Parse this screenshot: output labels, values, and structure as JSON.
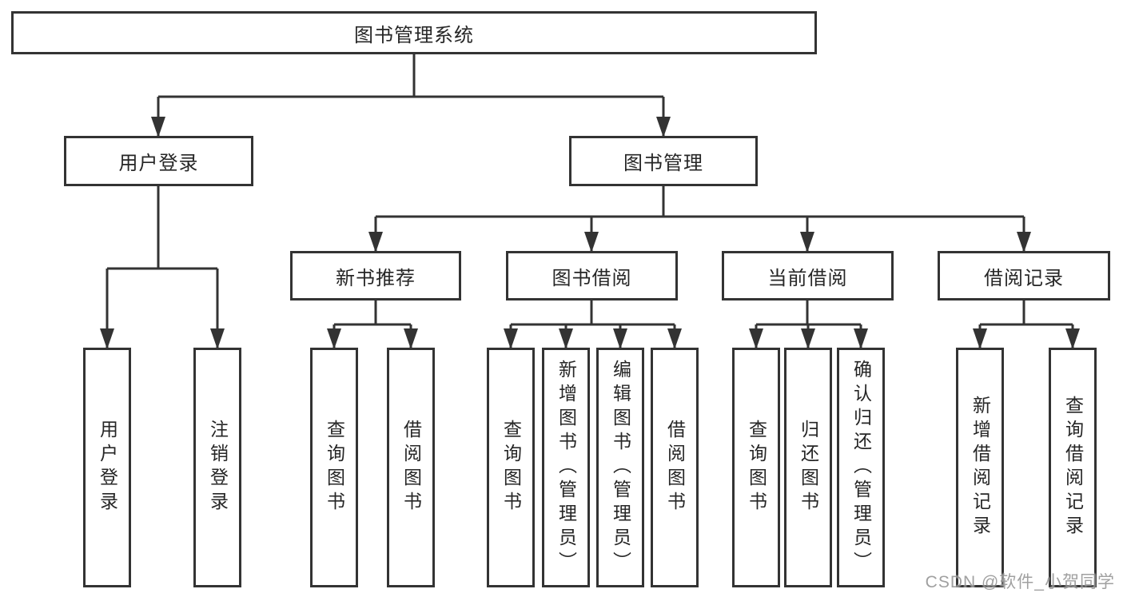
{
  "diagram": {
    "root": {
      "label": "图书管理系统"
    },
    "level2": [
      {
        "label": "用户登录"
      },
      {
        "label": "图书管理"
      }
    ],
    "level3": [
      {
        "label": "新书推荐",
        "parent": "图书管理"
      },
      {
        "label": "图书借阅",
        "parent": "图书管理"
      },
      {
        "label": "当前借阅",
        "parent": "图书管理"
      },
      {
        "label": "借阅记录",
        "parent": "图书管理"
      }
    ],
    "leaves": [
      {
        "label": "用户登录",
        "parent": "用户登录"
      },
      {
        "label": "注销登录",
        "parent": "用户登录"
      },
      {
        "label": "查询图书",
        "parent": "新书推荐"
      },
      {
        "label": "借阅图书",
        "parent": "新书推荐"
      },
      {
        "label": "查询图书",
        "parent": "图书借阅"
      },
      {
        "label": "新增图书（管理员）",
        "parent": "图书借阅"
      },
      {
        "label": "编辑图书（管理员）",
        "parent": "图书借阅"
      },
      {
        "label": "借阅图书",
        "parent": "图书借阅"
      },
      {
        "label": "查询图书",
        "parent": "当前借阅"
      },
      {
        "label": "归还图书",
        "parent": "当前借阅"
      },
      {
        "label": "确认归还（管理员）",
        "parent": "当前借阅"
      },
      {
        "label": "新增借阅记录",
        "parent": "借阅记录"
      },
      {
        "label": "查询借阅记录",
        "parent": "借阅记录"
      }
    ]
  },
  "watermark": {
    "text": "CSDN @软件_小贺同学"
  },
  "colors": {
    "line": "#333333",
    "box_border": "#333333",
    "text": "#262626",
    "background": "#ffffff",
    "watermark": "#9a9a9a"
  }
}
